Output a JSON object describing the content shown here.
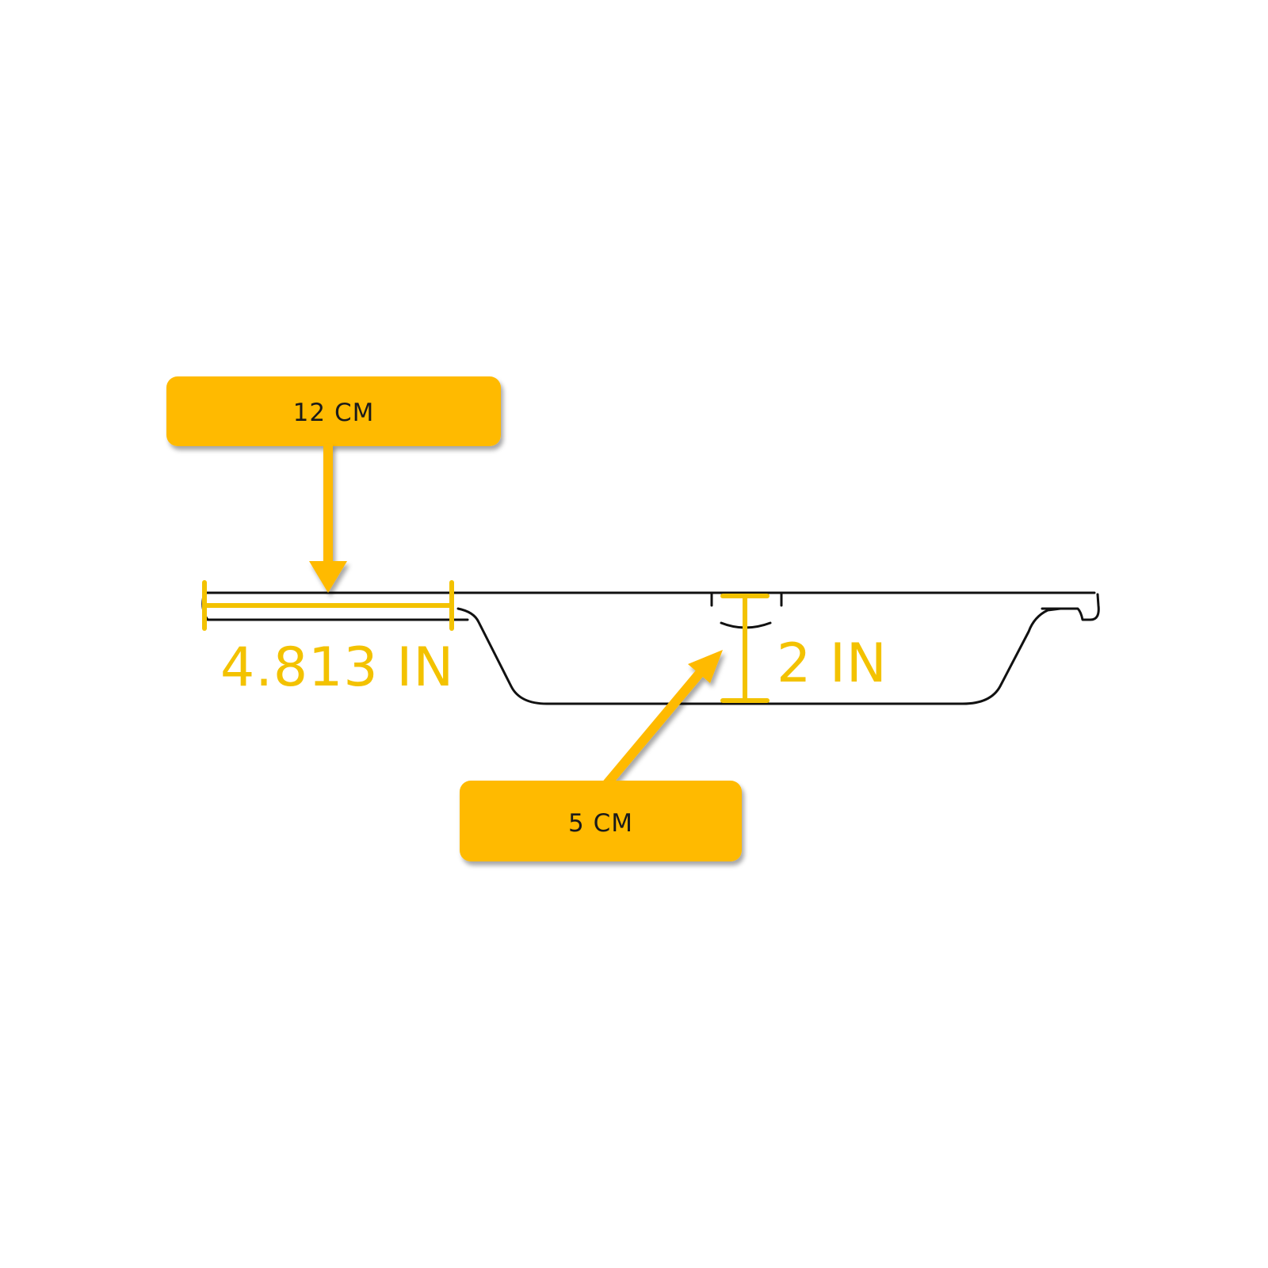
{
  "diagram": {
    "handle_length_cm": "12 CM",
    "handle_length_in": "4.813 IN",
    "depth_in": "2 IN",
    "depth_cm": "5 CM"
  },
  "colors": {
    "accent": "#FFBA00",
    "dimension": "#F3C200",
    "outline": "#111111",
    "background": "#FFFFFF"
  }
}
